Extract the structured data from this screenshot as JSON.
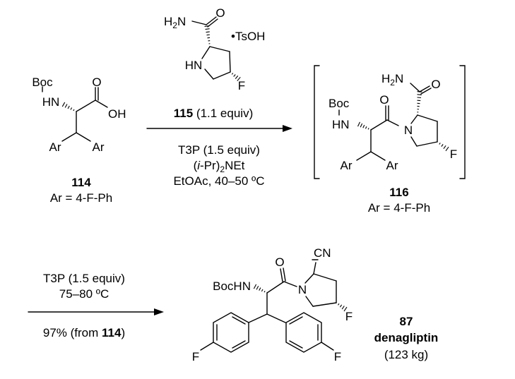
{
  "compound_114": {
    "atoms": {
      "boc": "Boc",
      "hn": "HN",
      "o": "O",
      "oh": "OH",
      "ar1": "Ar",
      "ar2": "Ar"
    },
    "number": "114",
    "ar_def": "Ar = 4-F-Ph"
  },
  "reagent_115": {
    "atoms": {
      "h2n_h": "H",
      "h2n_2": "2",
      "h2n_n": "N",
      "o": "O",
      "hn": "HN",
      "f": "F"
    },
    "salt": "•TsOH"
  },
  "step1": {
    "above": {
      "number": "115",
      "text": " (1.1 equiv)"
    },
    "below": {
      "line1": "T3P (1.5 equiv)",
      "line2": {
        "open": "(",
        "italic": "i",
        "rest": "-Pr)",
        "sub": "2",
        "end": "NEt"
      },
      "line3": "EtOAc, 40–50 ºC"
    }
  },
  "intermediate_116": {
    "atoms": {
      "h2n_h": "H",
      "h2n_2": "2",
      "h2n_n": "N",
      "o_amide": "O",
      "boc": "Boc",
      "hn": "HN",
      "o": "O",
      "n": "N",
      "f": "F",
      "ar1": "Ar",
      "ar2": "Ar"
    },
    "number": "116",
    "ar_def": "Ar = 4-F-Ph"
  },
  "step2": {
    "above": {
      "line1": "T3P (1.5 equiv)",
      "line2": "75–80 ºC"
    },
    "below": {
      "text": "97% (from ",
      "ref": "114",
      "close": ")"
    }
  },
  "product_87": {
    "atoms": {
      "bochn": "BocHN",
      "o": "O",
      "cn": "CN",
      "n": "N",
      "f_ring": "F",
      "f_left": "F",
      "f_right": "F"
    },
    "number": "87",
    "name": "denagliptin",
    "amount": "(123 kg)"
  }
}
